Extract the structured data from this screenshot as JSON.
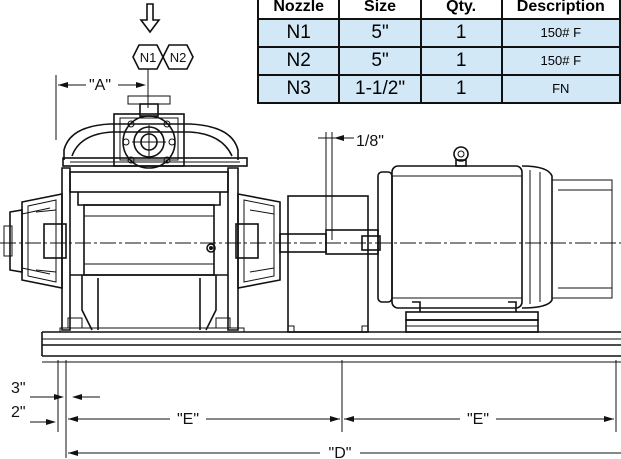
{
  "dimensions": {
    "a": "\"A\"",
    "d": "\"D\"",
    "e_left": "\"E\"",
    "e_right": "\"E\"",
    "gap": "1/8\"",
    "three_in": "3\"",
    "two_in": "2\""
  },
  "nozzle_tags": [
    "N1",
    "N2"
  ],
  "nozzle_table": {
    "headers": [
      "Nozzle",
      "Size",
      "Qty.",
      "Description"
    ],
    "rows": [
      {
        "nozzle": "N1",
        "size": "5\"",
        "qty": "1",
        "desc": "150# F"
      },
      {
        "nozzle": "N2",
        "size": "5\"",
        "qty": "1",
        "desc": "150# F"
      },
      {
        "nozzle": "N3",
        "size": "1-1/2\"",
        "qty": "1",
        "desc": "FN"
      }
    ]
  },
  "colors": {
    "table_fill": "#d2e8f7",
    "line": "#111111"
  }
}
